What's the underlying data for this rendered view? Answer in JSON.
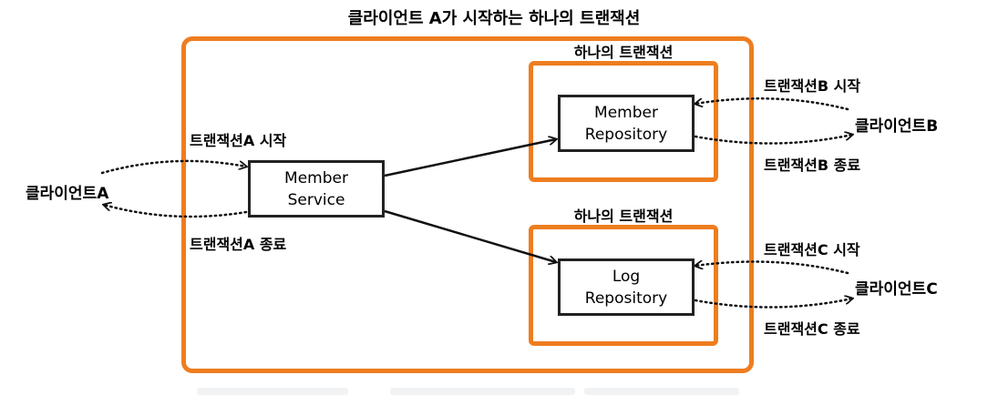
{
  "title": "클라이언트 A가 시작하는 하나의 트랜잭션",
  "colors": {
    "transaction_border": "#ee7d1f",
    "node_border": "#222222"
  },
  "transactions": [
    {
      "label": "하나의 트랜잭션"
    },
    {
      "label": "하나의 트랜잭션"
    }
  ],
  "nodes": {
    "member_service": {
      "line1": "Member",
      "line2": "Service"
    },
    "member_repository": {
      "line1": "Member",
      "line2": "Repository"
    },
    "log_repository": {
      "line1": "Log",
      "line2": "Repository"
    }
  },
  "clients": {
    "a": {
      "name": "클라이언트A",
      "start": "트랜잭션A 시작",
      "end": "트랜잭션A 종료"
    },
    "b": {
      "name": "클라이언트B",
      "start": "트랜잭션B 시작",
      "end": "트랜잭션B 종료"
    },
    "c": {
      "name": "클라이언트C",
      "start": "트랜잭션C 시작",
      "end": "트랜잭션C 종료"
    }
  }
}
